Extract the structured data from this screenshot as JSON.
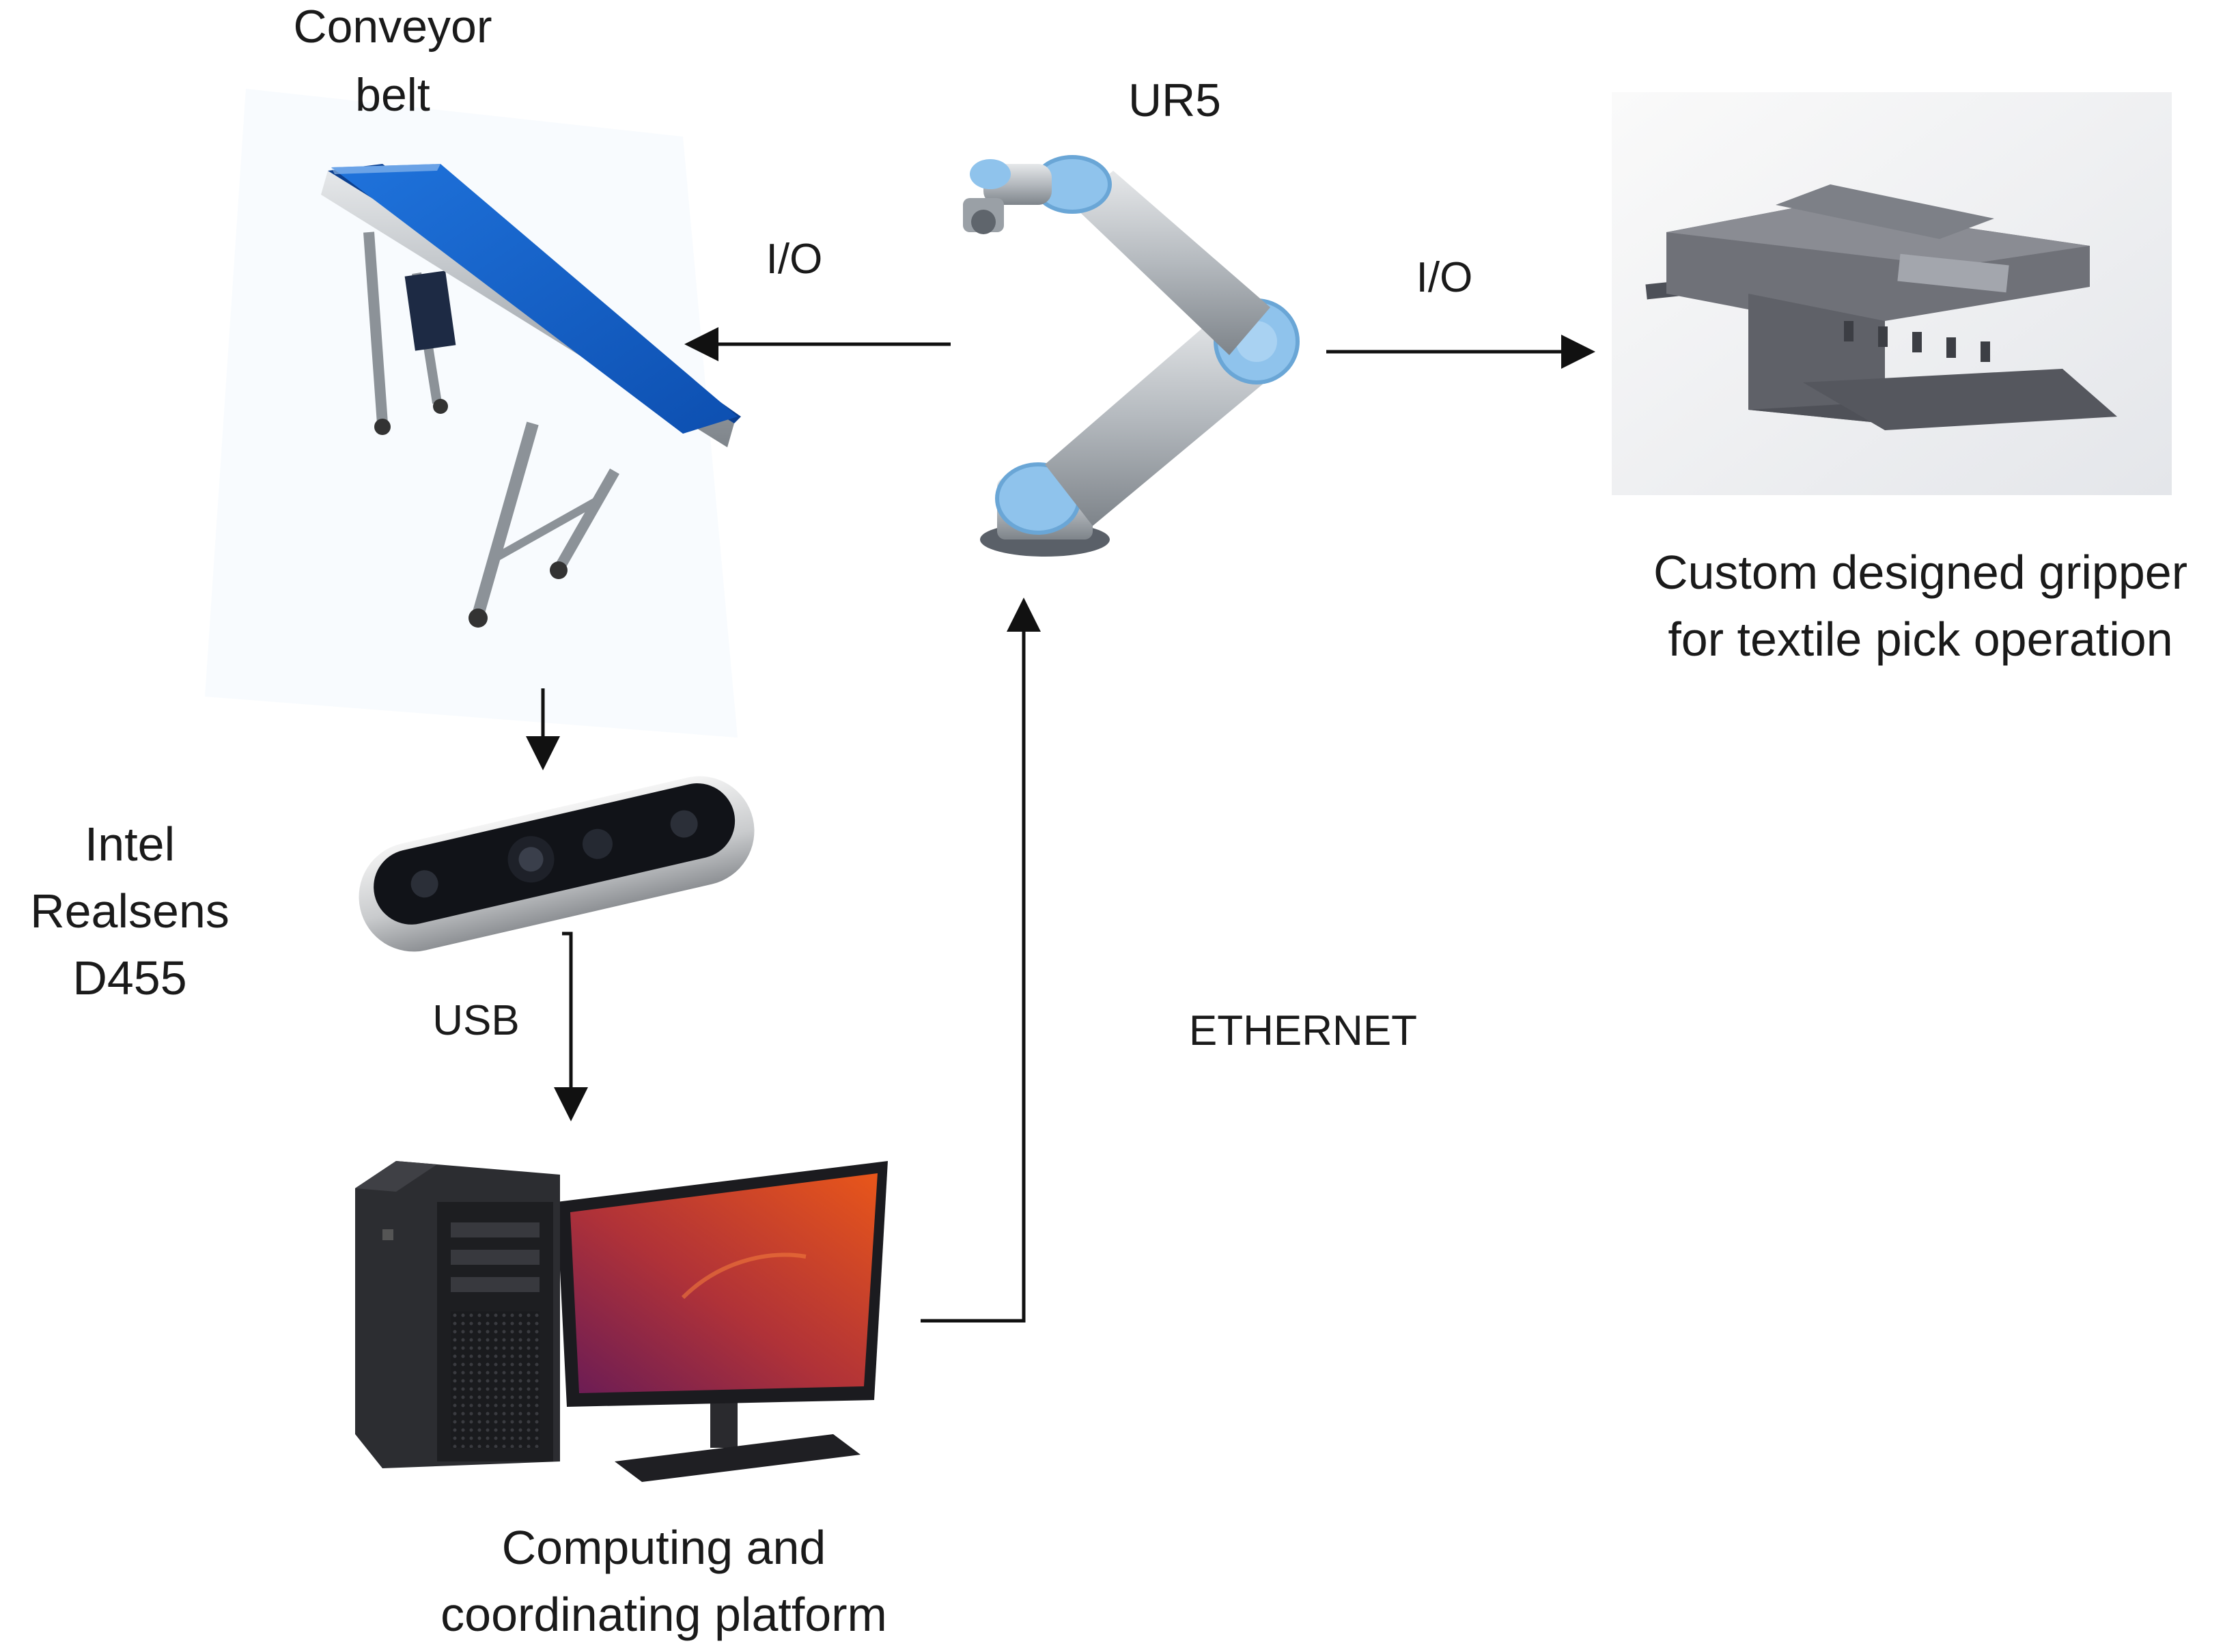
{
  "labels": {
    "conveyor_line1": "Conveyor",
    "conveyor_line2": "belt",
    "ur5": "UR5",
    "io_left": "I/O",
    "io_right": "I/O",
    "gripper_line1": "Custom designed gripper",
    "gripper_line2": "for textile pick operation",
    "camera_line1": "Intel",
    "camera_line2": "Realsens",
    "camera_line3": "D455",
    "usb": "USB",
    "ethernet": "ETHERNET",
    "computer_line1": "Computing and",
    "computer_line2": "coordinating platform"
  },
  "icons": {
    "conveyor": "conveyor-belt-icon",
    "robot": "robot-arm-icon",
    "gripper": "gripper-icon",
    "camera": "depth-camera-icon",
    "computer": "workstation-icon"
  },
  "colors": {
    "belt_blue": "#1560c8",
    "robot_joint_blue": "#8fc3ec",
    "robot_link_silver": "#b9bec4",
    "gripper_gray": "#6f7178",
    "screen_orange": "#e2541c",
    "screen_purple": "#7a1f52",
    "line": "#111111"
  }
}
